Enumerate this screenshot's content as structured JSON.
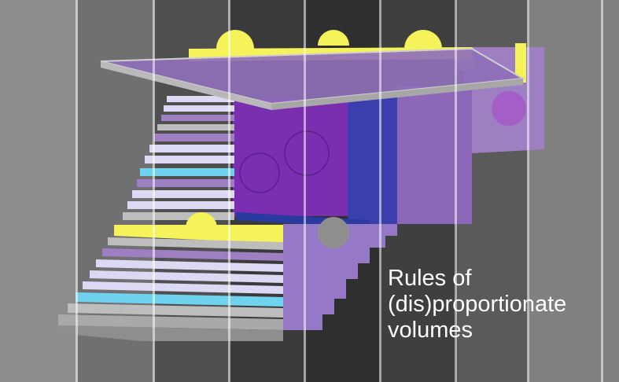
{
  "caption": {
    "line1": "Rules of",
    "line2": "(dis)proportionate",
    "line3": "volumes"
  },
  "colors": {
    "purple_light": "#9d7fc2",
    "purple_mid": "#8a67b5",
    "purple_deep": "#7a2fb0",
    "blue": "#3b3fae",
    "lavender": "#dcd9f4",
    "grey_plate": "#bdbdbd",
    "yellow": "#f6f25a",
    "cyan": "#6fd3ef"
  }
}
